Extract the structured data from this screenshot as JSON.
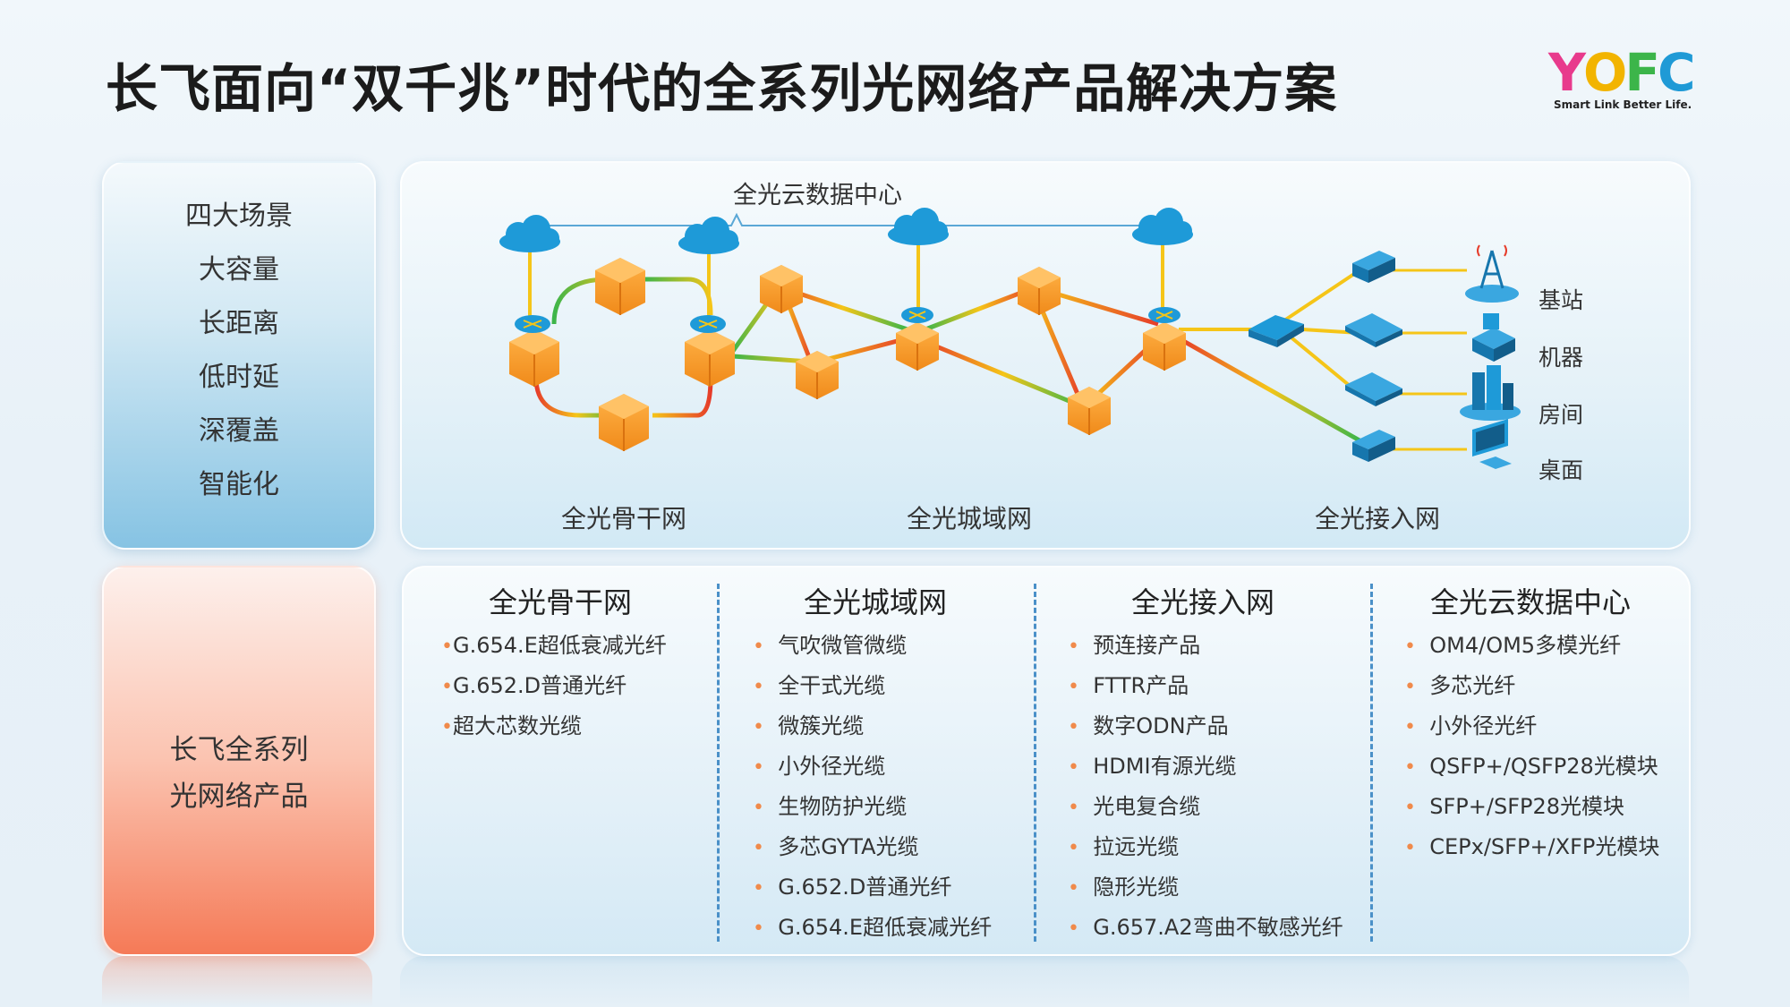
{
  "title": "长飞面向“双千兆”时代的全系列光网络产品解决方案",
  "logo": {
    "letters": [
      {
        "ch": "Y",
        "color": "#e83a8c"
      },
      {
        "ch": "O",
        "color": "#f2b400"
      },
      {
        "ch": "F",
        "color": "#3cb54a"
      },
      {
        "ch": "C",
        "color": "#1f9ad6"
      }
    ],
    "tagline": "Smart Link Better Life."
  },
  "scenarios": {
    "heading": "四大场景",
    "items": [
      "大容量",
      "长距离",
      "低时延",
      "深覆盖",
      "智能化"
    ]
  },
  "product_side_label": [
    "长飞全系列",
    "光网络产品"
  ],
  "diagram": {
    "top_label": "全光云数据中心",
    "network_labels": [
      "全光骨干网",
      "全光城域网",
      "全光接入网"
    ],
    "device_labels": [
      "基站",
      "机器",
      "房间",
      "桌面"
    ]
  },
  "products": [
    {
      "title": "全光骨干网",
      "items": [
        "G.654.E超低衰减光纤",
        "G.652.D普通光纤",
        "超大芯数光缆"
      ]
    },
    {
      "title": "全光城域网",
      "items": [
        "气吹微管微缆",
        "全干式光缆",
        "微簇光缆",
        "小外径光缆",
        "生物防护光缆",
        "多芯GYTA光缆",
        "G.652.D普通光纤",
        "G.654.E超低衰减光纤"
      ]
    },
    {
      "title": "全光接入网",
      "items": [
        "预连接产品",
        "FTTR产品",
        "数字ODN产品",
        "HDMI有源光缆",
        "光电复合缆",
        "拉远光缆",
        "隐形光缆",
        "G.657.A2弯曲不敏感光纤"
      ]
    },
    {
      "title": "全光云数据中心",
      "items": [
        "OM4/OM5多模光纤",
        "多芯光纤",
        "小外径光纤",
        "QSFP+/QSFP28光模块",
        "SFP+/SFP28光模块",
        "CEPx/SFP+/XFP光模块"
      ]
    }
  ],
  "colors": {
    "bullet": "#f08a4b",
    "divider": "#4a90c8",
    "cloud": "#1e9ad8",
    "node_orange": "#f39a2a",
    "link_yellow": "#f5c518"
  }
}
